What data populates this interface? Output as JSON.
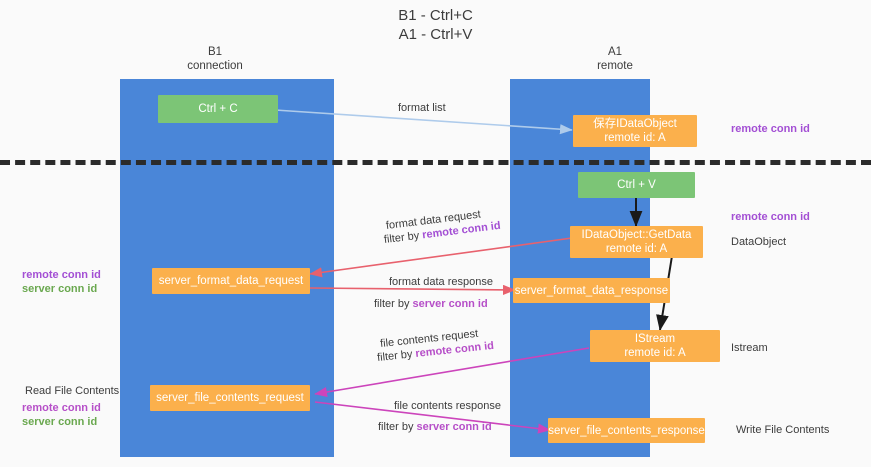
{
  "title": {
    "line1": "B1 - Ctrl+C",
    "line2": "A1 - Ctrl+V"
  },
  "columns": [
    {
      "name": "B1",
      "sub": "connection"
    },
    {
      "name": "A1",
      "sub": "remote"
    }
  ],
  "nodes": {
    "ctrl_c": {
      "label": "Ctrl + C",
      "color": "#7cc576"
    },
    "save_idataobject": {
      "line1": "保存IDataObject",
      "line2": "remote id: A",
      "color": "#fbb04c"
    },
    "ctrl_v": {
      "label": "Ctrl + V",
      "color": "#7cc576"
    },
    "getdata": {
      "line1": "IDataObject::GetData",
      "line2": "remote id: A",
      "color": "#fbb04c"
    },
    "server_format_data_request": {
      "label": "server_format_data_request",
      "color": "#fbb04c"
    },
    "server_format_data_response": {
      "label": "server_format_data_response",
      "color": "#fbb04c"
    },
    "istream": {
      "line1": "IStream",
      "line2": "remote id: A",
      "color": "#fbb04c"
    },
    "server_file_contents_request": {
      "label": "server_file_contents_request",
      "color": "#fbb04c"
    },
    "server_file_contents_response": {
      "label": "server_file_contents_response",
      "color": "#fbb04c"
    }
  },
  "edge_labels": {
    "format_list": "format list",
    "format_data_request": "format data request",
    "format_data_filter_prefix": "filter by ",
    "format_data_filter_key": "remote conn id",
    "format_data_response": "format data response",
    "format_data_response_filter_prefix": "filter by ",
    "format_data_response_filter_key": "server conn id",
    "file_contents_request": "file contents request",
    "file_contents_request_filter_prefix": "filter by ",
    "file_contents_request_filter_key": "remote conn id",
    "file_contents_response": "file contents response",
    "file_contents_response_filter_prefix": "filter by ",
    "file_contents_response_filter_key": "server conn id"
  },
  "side_labels": {
    "right_top_remote_conn_id": "remote conn id",
    "right_mid_remote_conn_id": "remote conn id",
    "right_dataobject": "DataObject",
    "right_istream": "Istream",
    "right_write_file_contents": "Write File Contents",
    "left_remote_conn_id": "remote conn id",
    "left_server_conn_id": "server conn id",
    "left_read_file_contents": "Read File Contents",
    "left_bottom_remote_conn_id": "remote conn id",
    "left_bottom_server_conn_id": "server conn id"
  },
  "colors": {
    "lane": "#4a86d8",
    "green_node": "#7cc576",
    "orange_node": "#fbb04c",
    "purple_text": "#a34fd4",
    "green_text": "#6aa84f",
    "magenta_text": "#b64fc8",
    "arrow_blue": "#aecbeb",
    "arrow_red": "#e8616d",
    "arrow_magenta": "#cc44bb",
    "arrow_black": "#1a1a1a",
    "divider": "#2b2b2b",
    "background": "#fafafa"
  }
}
